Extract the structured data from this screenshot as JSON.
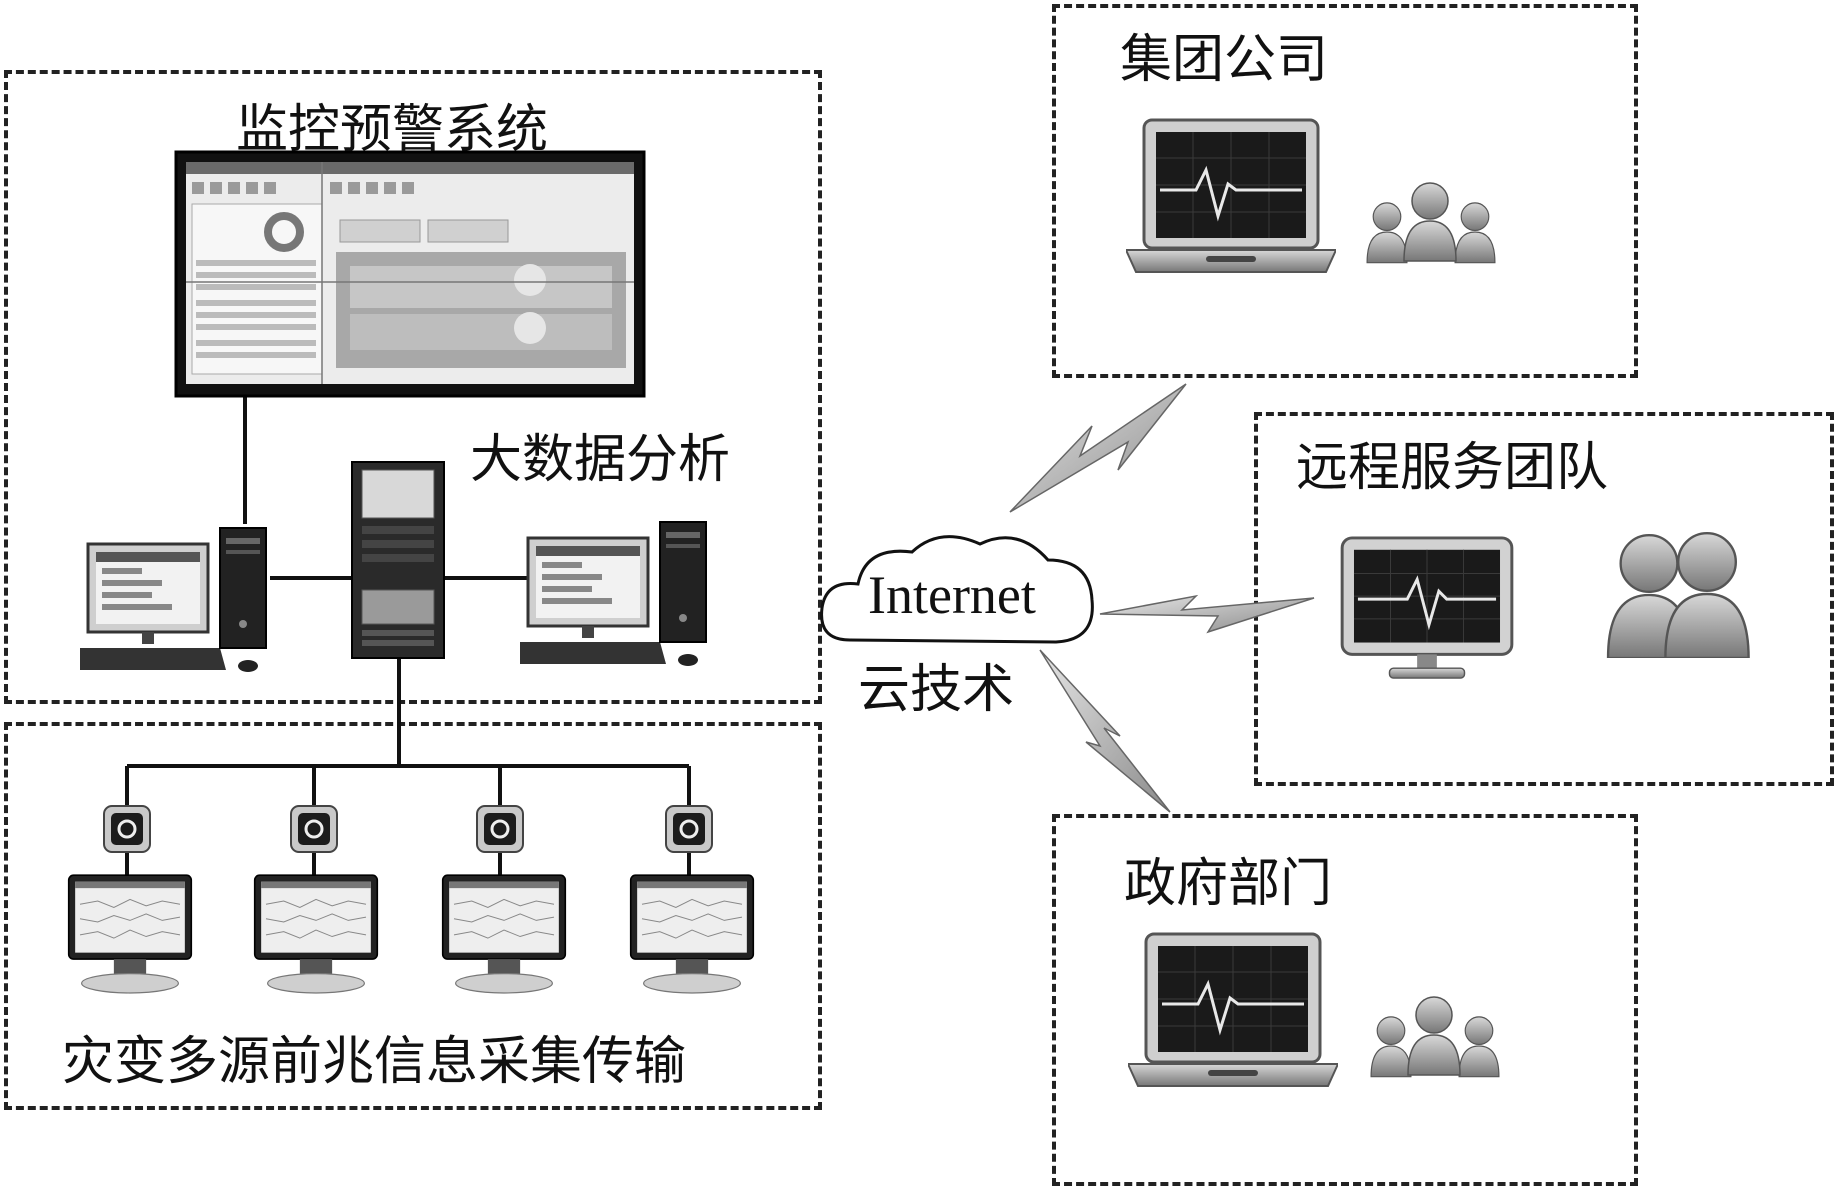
{
  "labels": {
    "monitoring_system": "监控预警系统",
    "big_data_analysis": "大数据分析",
    "data_collection": "灾变多源前兆信息采集传输",
    "internet": "Internet",
    "cloud_tech": "云技术",
    "group_company": "集团公司",
    "remote_service_team": "远程服务团队",
    "government": "政府部门"
  },
  "icons": {
    "monitoring_screen": "monitor-screen-icon",
    "server": "server-rack-icon",
    "workstation": "desktop-computer-icon",
    "sensor_terminal": "sensor-terminal-icon",
    "laptop": "laptop-heartbeat-icon",
    "monitor": "monitor-heartbeat-icon",
    "people": "people-group-icon",
    "cloud": "cloud-icon",
    "lightning": "lightning-link-icon"
  },
  "colors": {
    "line": "#111111",
    "box_border": "#222222",
    "screen_dark": "#1a1a1a",
    "device_gray": "#9a9a9a"
  }
}
